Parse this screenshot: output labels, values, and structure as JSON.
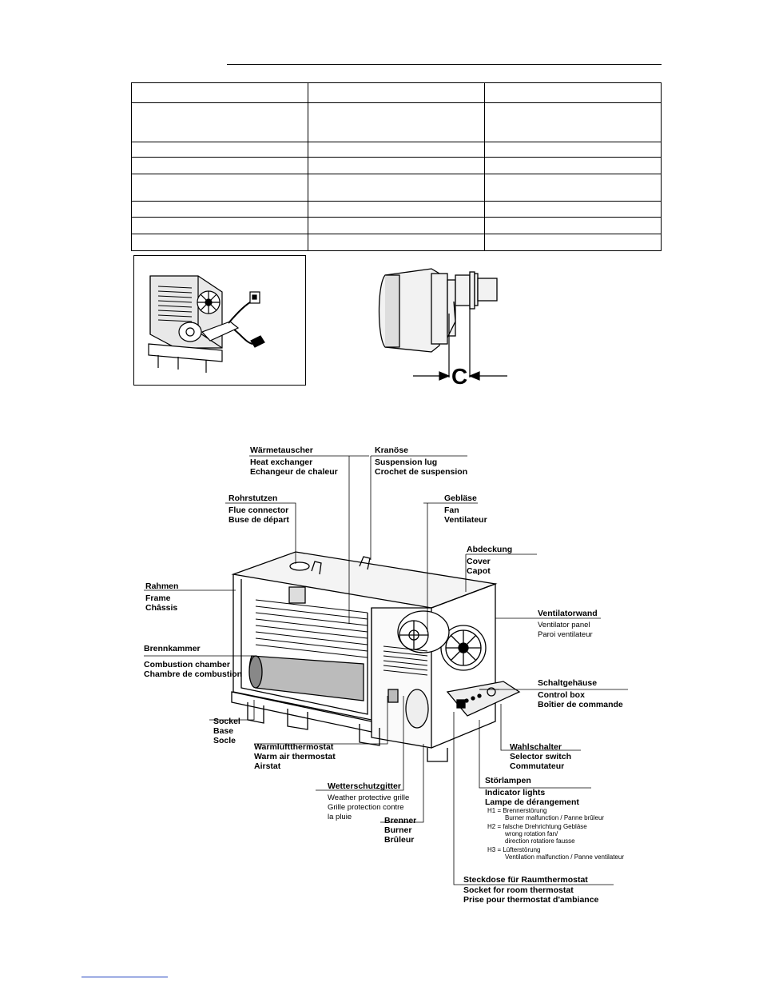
{
  "spec_table": {
    "rows": [
      [
        "",
        "",
        ""
      ],
      [
        "",
        "",
        ""
      ],
      [
        "",
        "",
        ""
      ],
      [
        "",
        "",
        ""
      ],
      [
        "",
        "",
        ""
      ],
      [
        "",
        "",
        ""
      ],
      [
        "",
        "",
        ""
      ],
      [
        "",
        "",
        ""
      ]
    ]
  },
  "burner_figure": {
    "dimension_label": "C"
  },
  "labels": {
    "waermetauscher": {
      "de": "Wärmetauscher",
      "en": "Heat exchanger",
      "fr": "Echangeur de chaleur"
    },
    "kranoese": {
      "de": "Kranöse",
      "en": "Suspension lug",
      "fr": "Crochet de suspension"
    },
    "rohrstutzen": {
      "de": "Rohrstutzen",
      "en": "Flue connector",
      "fr": "Buse de départ"
    },
    "geblaese": {
      "de": "Gebläse",
      "en": "Fan",
      "fr": "Ventilateur"
    },
    "abdeckung": {
      "de": "Abdeckung",
      "en": "Cover",
      "fr": "Capot"
    },
    "rahmen": {
      "de": "Rahmen",
      "en": "Frame",
      "fr": "Châssis"
    },
    "ventilatorwand": {
      "de": "Ventilatorwand",
      "en": "Ventilator panel",
      "fr": "Paroi ventilateur"
    },
    "brennkammer": {
      "de": "Brennkammer",
      "en": "Combustion chamber",
      "fr": "Chambre de combustion"
    },
    "schaltgehaeuse": {
      "de": "Schaltgehäuse",
      "en": "Control box",
      "fr": "Boîtier de commande"
    },
    "sockel": {
      "de": "Sockel",
      "en": "Base",
      "fr": "Socle"
    },
    "warmluftthermostat": {
      "de": "Warmluftthermostat",
      "en": "Warm air thermostat",
      "fr": "Airstat"
    },
    "wahlschalter": {
      "de": "Wahlschalter",
      "en": "Selector switch",
      "fr": "Commutateur"
    },
    "stoerlampen": {
      "de": "Störlampen",
      "en": "Indicator lights",
      "fr": "Lampe de dérangement",
      "h1": "H1  =  Brennerstörung",
      "h1_sub": "Burner malfunction / Panne brûleur",
      "h2": "H2  =  falsche Drehrichtung Gebläse",
      "h2_sub1": "wrong rotation fan/",
      "h2_sub2": "direction rotatiore fausse",
      "h3": "H3  =  Lüfterstörung",
      "h3_sub": "Ventilation malfunction / Panne ventilateur"
    },
    "wetterschutzgitter": {
      "de": "Wetterschutzgitter",
      "en": "Weather protective grille",
      "fr1": "Grille protection contre",
      "fr2": "la pluie"
    },
    "brenner": {
      "de": "Brenner",
      "en": "Burner",
      "fr": "Brûleur"
    },
    "steckdose": {
      "de": "Steckdose für Raumthermostat",
      "en": "Socket for room thermostat",
      "fr": "Prise pour thermostat d'ambiance"
    }
  }
}
